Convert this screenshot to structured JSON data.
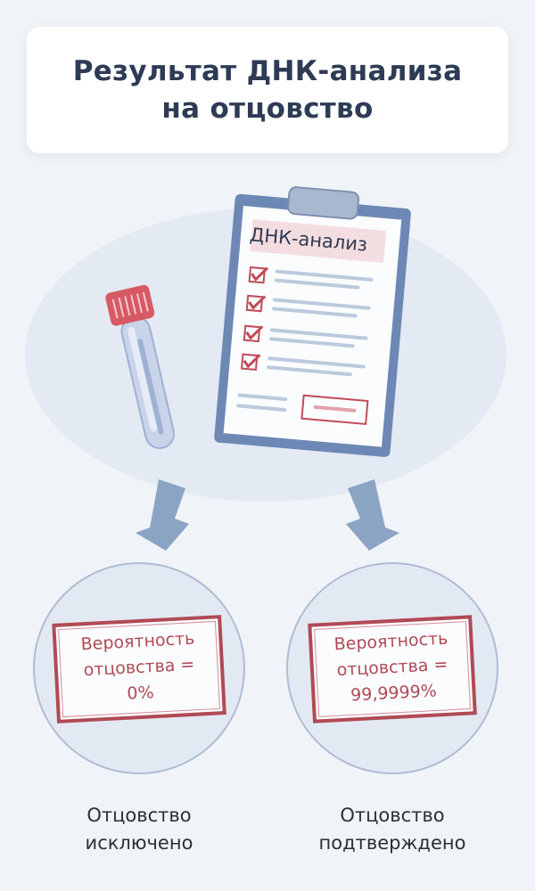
{
  "title": {
    "line1": "Результат ДНК-анализа",
    "line2": "на отцовство"
  },
  "clipboard": {
    "header": "ДНК-анализ",
    "checklist_count": 4
  },
  "outcomes": [
    {
      "stamp_lines": [
        "Вероятность",
        "отцовства =",
        "0%"
      ],
      "caption_lines": [
        "Отцовство",
        "исключено"
      ]
    },
    {
      "stamp_lines": [
        "Вероятность",
        "отцовства =",
        "99,9999%"
      ],
      "caption_lines": [
        "Отцовство",
        "подтверждено"
      ]
    }
  ],
  "colors": {
    "background": "#f0f4f8",
    "title_text": "#2e3b55",
    "stamp_red": "#b04a55",
    "clipboard_blue": "#6e88b5",
    "arrow": "#8ca4c4",
    "circle_fill": "#e3e9f2"
  },
  "icons": [
    "test-tube-icon",
    "clipboard-icon",
    "checkmark-icon",
    "arrow-down-icon"
  ]
}
